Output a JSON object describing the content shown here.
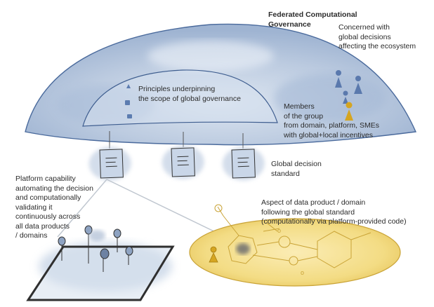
{
  "diagram": {
    "title": "Federated Computational\nGovernance",
    "concern": "Concerned with\nglobal decisions\naffecting the ecosystem",
    "principles": "Principles underpinning\nthe scope of global governance",
    "members": "Members\nof the group\nfrom domain, platform, SMEs\nwith global+local incentives",
    "decision_standard": "Global decision\nstandard",
    "platform_capability": "Platform capability\nautomating the decision\nand computationally\nvalidating it\ncontinuously across\nall data products\n/ domains",
    "aspect": "Aspect of data product / domain\nfollowing the global standard\n(computationally via platform-provided code)"
  },
  "colors": {
    "dome_fill": "#c3d1e4",
    "dome_edge": "#4a6a9c",
    "yellow_fill": "#f1d878",
    "yellow_edge": "#caa433",
    "floor_fill": "#cfdae8",
    "ink": "#333333"
  }
}
